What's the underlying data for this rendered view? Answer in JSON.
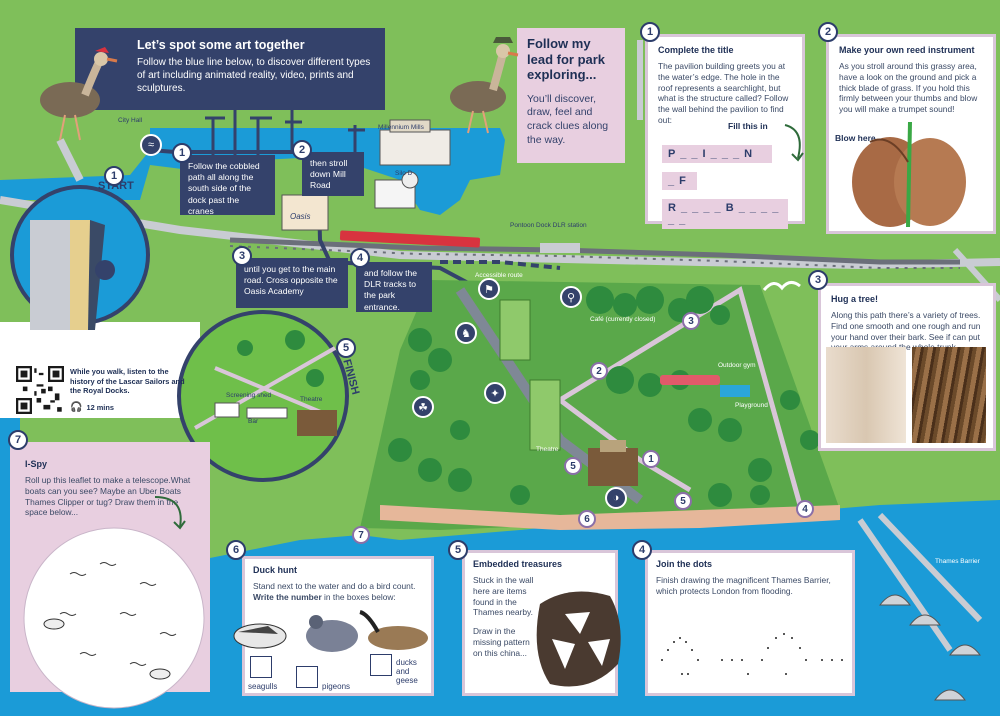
{
  "title_box": {
    "heading": "Let’s spot some art together",
    "body": "Follow the blue line below, to discover different types of art including animated reality, video, prints and sculptures."
  },
  "follow_box": {
    "heading": "Follow my lead for park exploring...",
    "body": "You’ll discover, draw, feel and crack clues along the way."
  },
  "route_steps": [
    {
      "num": "1",
      "text": "Follow the cobbled path all along the south side of the dock past the cranes"
    },
    {
      "num": "2",
      "text": "then stroll down Mill Road"
    },
    {
      "num": "3",
      "text": "until you get to the main road. Cross opposite the Oasis Academy"
    },
    {
      "num": "4",
      "text": "and follow the DLR tracks to the park entrance."
    }
  ],
  "map_labels": {
    "city_hall": "City Hall",
    "millennium_mills": "Millennium Mills",
    "silo_d": "Silo D",
    "oasis": "Oasis",
    "pontoon_dock": "Pontoon Dock DLR station",
    "accessible_route": "Accessible route",
    "cafe": "Café (currently closed)",
    "outdoor_gym": "Outdoor gym",
    "playground": "Playground",
    "theatre_map": "Theatre",
    "thames_barrier": "Thames Barrier",
    "start": "START",
    "finish": "FINISH",
    "screening_shed": "Screening shed",
    "bar": "Bar",
    "theatre_inset": "Theatre"
  },
  "audio": {
    "text": "While you walk, listen to the history of the Lascar Sailors and the Royal Docks.",
    "duration": "12 mins"
  },
  "panels": {
    "complete_title": {
      "num": "1",
      "heading": "Complete the title",
      "body": "The pavilion building greets you at the water’s edge. The hole in the roof represents a searchlight, but what is the structure called? Follow the wall behind the pavilion to find out:",
      "fill_label": "Fill this in",
      "lines": [
        "P _ _ I _ _ _ N",
        "_ F",
        "R _ _ _ _ B _ _ _ _ _ _"
      ]
    },
    "reed": {
      "num": "2",
      "heading": "Make your own reed instrument",
      "body": "As you stroll around this grassy area, have a look on the ground and pick a thick blade of grass. If you hold this firmly between your thumbs and blow you will make a trumpet sound!",
      "blow_label": "Blow here"
    },
    "hug_tree": {
      "num": "3",
      "heading": "Hug a tree!",
      "body": "Along this path there’s a variety of trees. Find one smooth and one rough and run your hand over their bark. See if can put your arms around the whole trunk."
    },
    "ispy": {
      "num": "7",
      "heading": "I-Spy",
      "body": "Roll up this leaflet to make a telescope.What boats can you see? Maybe an Uber Boats Thames Clipper or tug? Draw them in the space below..."
    },
    "duck_hunt": {
      "num": "6",
      "heading": "Duck hunt",
      "body": "Stand next to the water and do a bird count.",
      "body_bold": "Write the number",
      "body_end": "in the boxes below:",
      "labels": [
        "seagulls",
        "pigeons",
        "ducks and geese"
      ]
    },
    "embedded": {
      "num": "5",
      "heading": "Embedded treasures",
      "body": "Stuck in the wall here are items found in the Thames nearby.",
      "body2": "Draw in the missing pattern on this china..."
    },
    "join_dots": {
      "num": "4",
      "heading": "Join the dots",
      "body": "Finish drawing the magnificent Thames Barrier, which protects London from flooding."
    }
  },
  "map_numbers": [
    "1",
    "2",
    "3",
    "4",
    "5",
    "6",
    "7"
  ],
  "colors": {
    "grass": "#7fbf5a",
    "water": "#1b9bd7",
    "navy": "#34426b",
    "pink": "#e8cfe0",
    "park": "#5aa84a"
  }
}
